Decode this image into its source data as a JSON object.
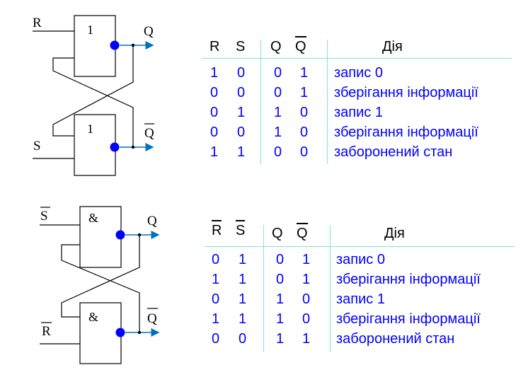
{
  "rs_nor": {
    "gate1_label": "1",
    "gate2_label": "1",
    "input_top": "R",
    "input_bottom": "S",
    "output_top": "Q",
    "output_bottom": "Q",
    "table": {
      "headers": [
        "R",
        "S",
        "Q",
        "Q",
        "Дія"
      ],
      "rows": [
        [
          "1",
          "0",
          "0",
          "1",
          "запис 0"
        ],
        [
          "0",
          "0",
          "0",
          "1",
          "зберігання інформації"
        ],
        [
          "0",
          "1",
          "1",
          "0",
          "запис 1"
        ],
        [
          "0",
          "0",
          "1",
          "0",
          "зберігання інформації"
        ],
        [
          "1",
          "1",
          "0",
          "0",
          "заборонений стан"
        ]
      ]
    }
  },
  "rs_nand": {
    "gate1_label": "&",
    "gate2_label": "&",
    "input_top": "S",
    "input_bottom": "R",
    "output_top": "Q",
    "output_bottom": "Q",
    "table": {
      "headers": [
        "R",
        "S",
        "Q",
        "Q",
        "Дія"
      ],
      "rows": [
        [
          "0",
          "1",
          "0",
          "1",
          "запис 0"
        ],
        [
          "1",
          "1",
          "0",
          "1",
          "зберігання інформації"
        ],
        [
          "0",
          "1",
          "1",
          "0",
          "запис 1"
        ],
        [
          "1",
          "1",
          "1",
          "0",
          "зберігання інформації"
        ],
        [
          "0",
          "0",
          "1",
          "1",
          "заборонений стан"
        ]
      ]
    }
  },
  "colors": {
    "value_text": "#0000ff",
    "wire_output": "#0070c0",
    "grid_line": "#7fe0e0"
  }
}
